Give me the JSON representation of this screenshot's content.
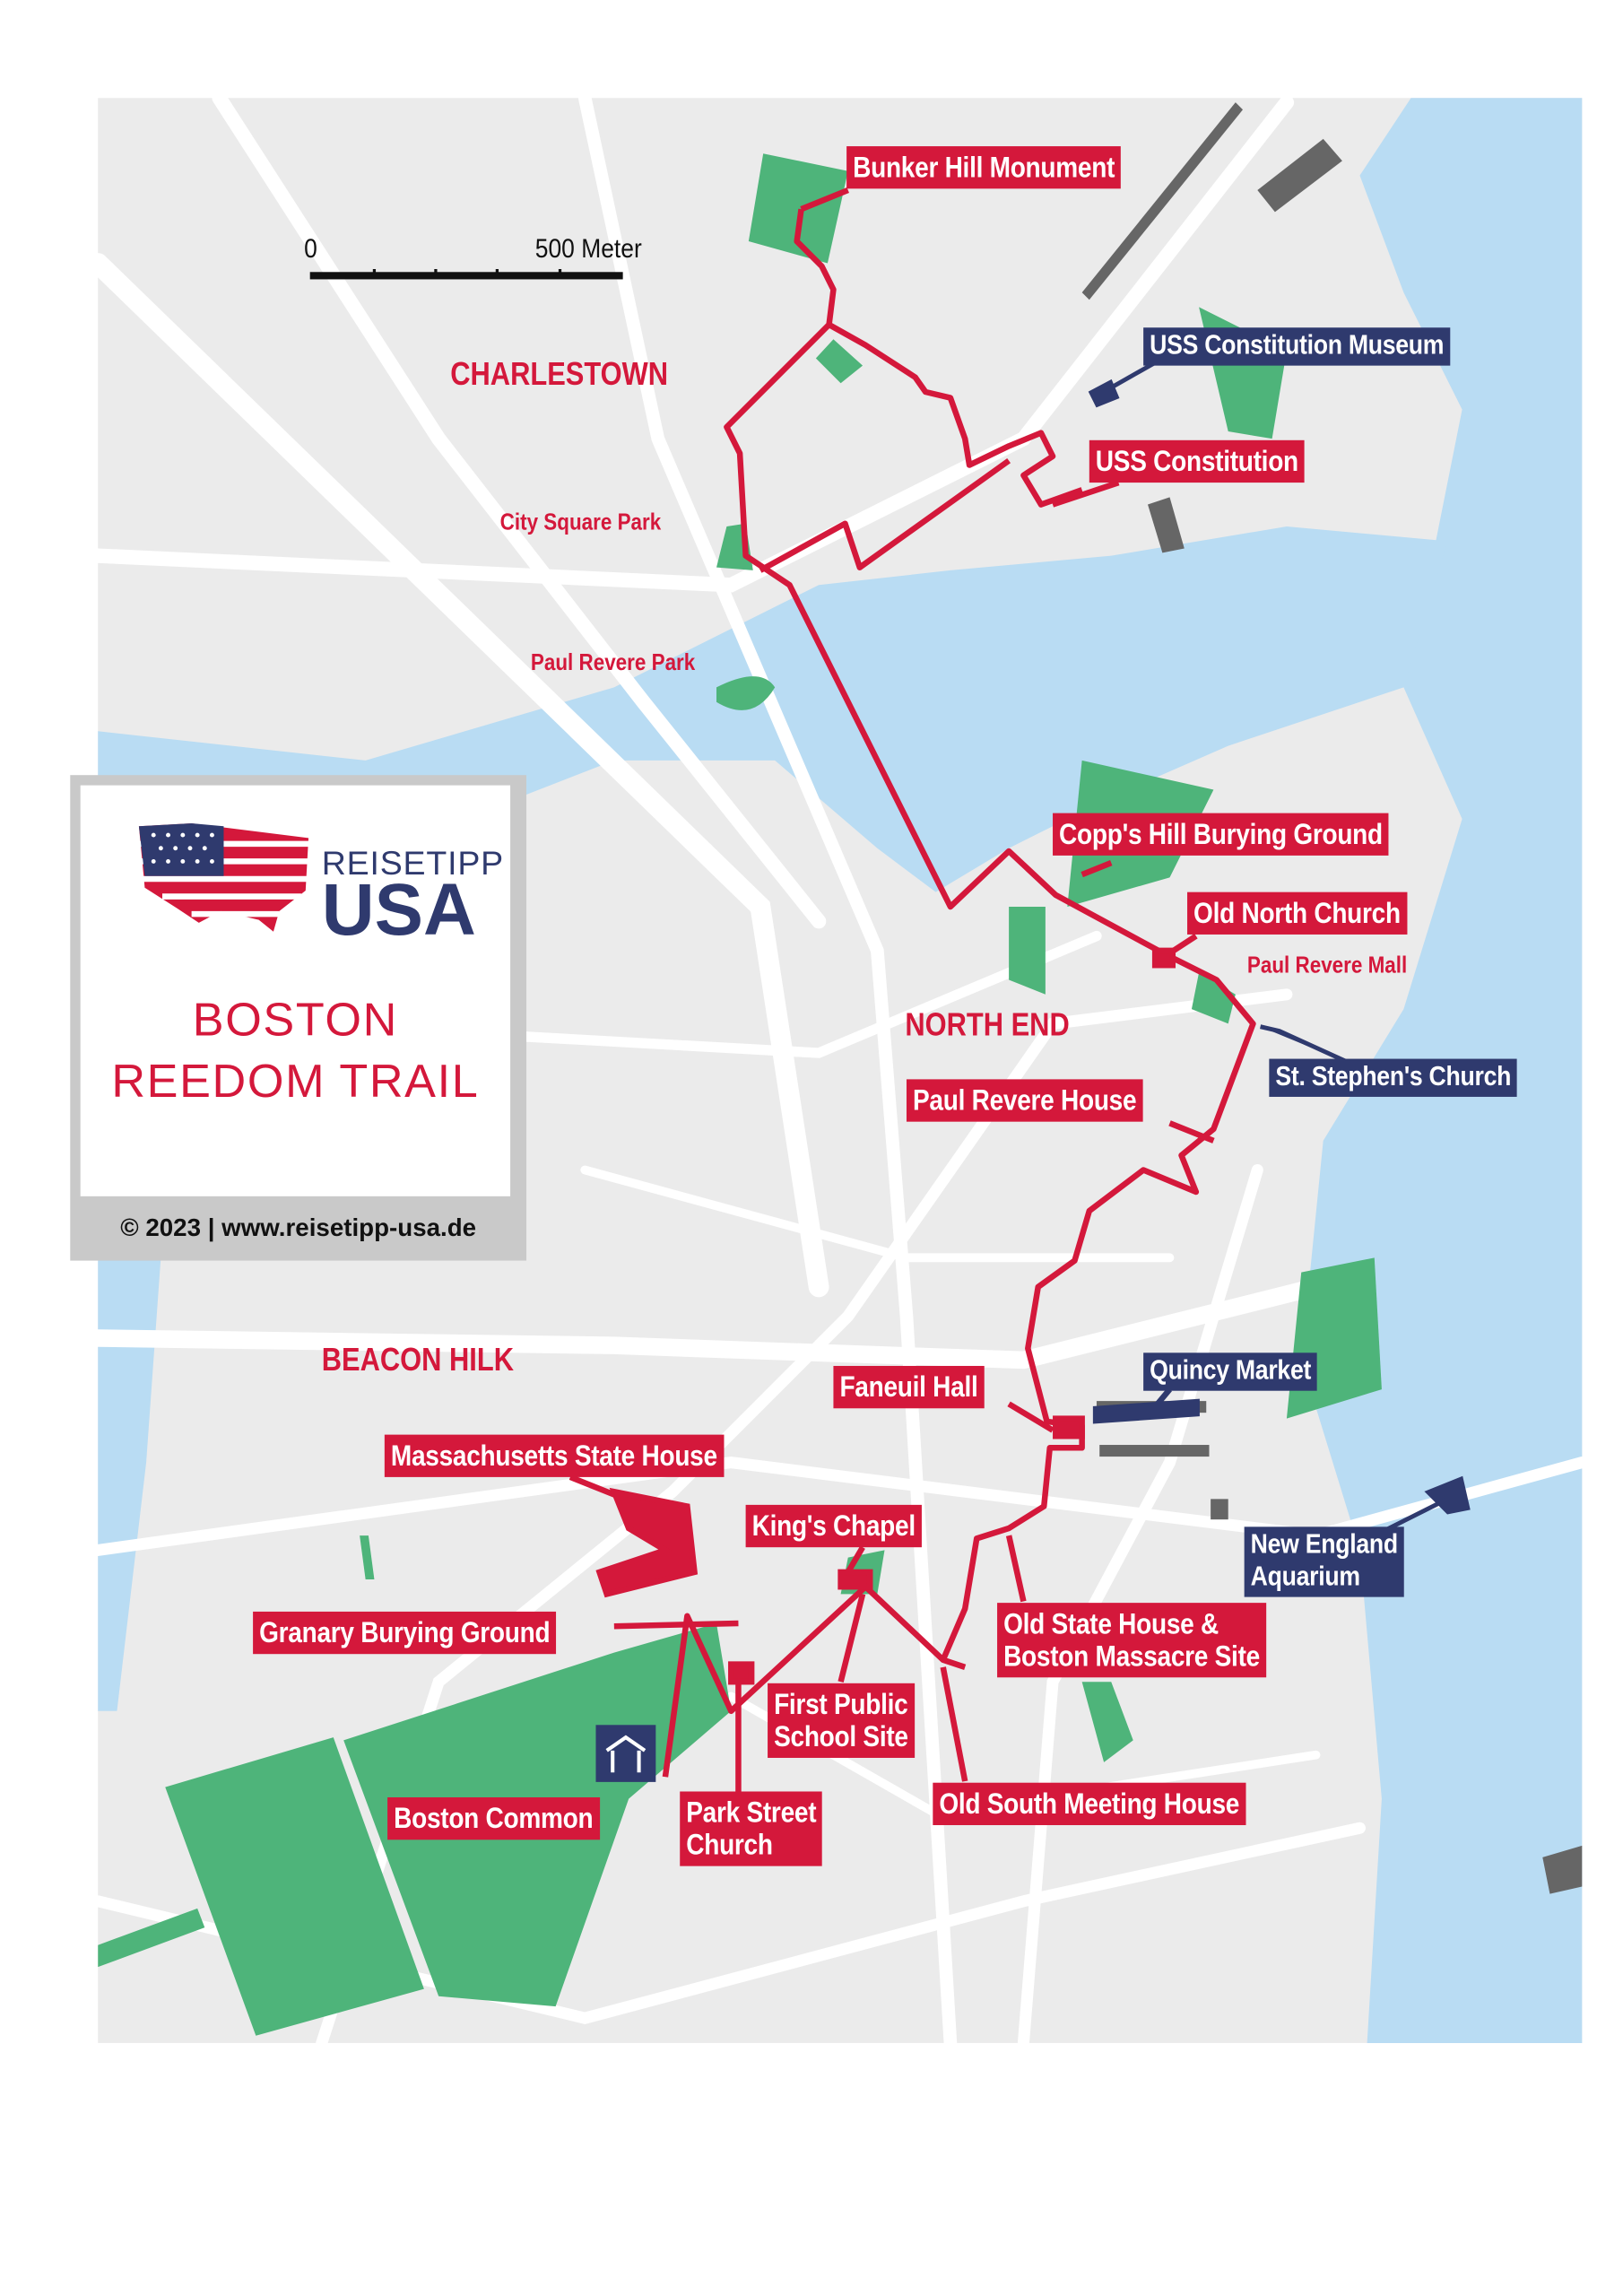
{
  "scale": {
    "zero": "0",
    "distance": "500 Meter"
  },
  "districts": {
    "charlestown": "CHARLESTOWN",
    "north_end": "NORTH END",
    "beacon_hill": "BEACON HILK"
  },
  "parks": {
    "city_square": "City Square Park",
    "paul_revere_park": "Paul Revere Park",
    "paul_revere_mall": "Paul Revere Mall"
  },
  "trail_sites": {
    "bunker_hill": "Bunker Hill Monument",
    "uss_constitution": "USS Constitution",
    "copps_hill": "Copp's Hill Burying Ground",
    "old_north": "Old North Church",
    "paul_revere_house": "Paul Revere House",
    "faneuil": "Faneuil Hall",
    "state_house": "Massachusetts State House",
    "kings_chapel": "King's Chapel",
    "old_state_house_1": "Old State House &",
    "old_state_house_2": "Boston Massacre Site",
    "granary": "Granary Burying Ground",
    "first_school_1": "First Public",
    "first_school_2": "School Site",
    "boston_common": "Boston Common",
    "park_street_1": "Park Street",
    "park_street_2": "Church",
    "old_south": "Old South Meeting House"
  },
  "other_sites": {
    "uss_museum": "USS Constitution Museum",
    "st_stephens": "St. Stephen's Church",
    "quincy": "Quincy Market",
    "aquarium_1": "New England",
    "aquarium_2": "Aquarium"
  },
  "legend": {
    "brand_top": "REISETIPP",
    "brand_bottom": "USA",
    "title_1": "BOSTON",
    "title_2": "REEDOM TRAIL",
    "footer": "© 2023 | www.reisetipp-usa.de"
  },
  "colors": {
    "trail": "#d4183b",
    "poi": "#2f3a6e",
    "park": "#4eb47a",
    "water": "#b9dcf3",
    "land": "#ebebeb"
  }
}
